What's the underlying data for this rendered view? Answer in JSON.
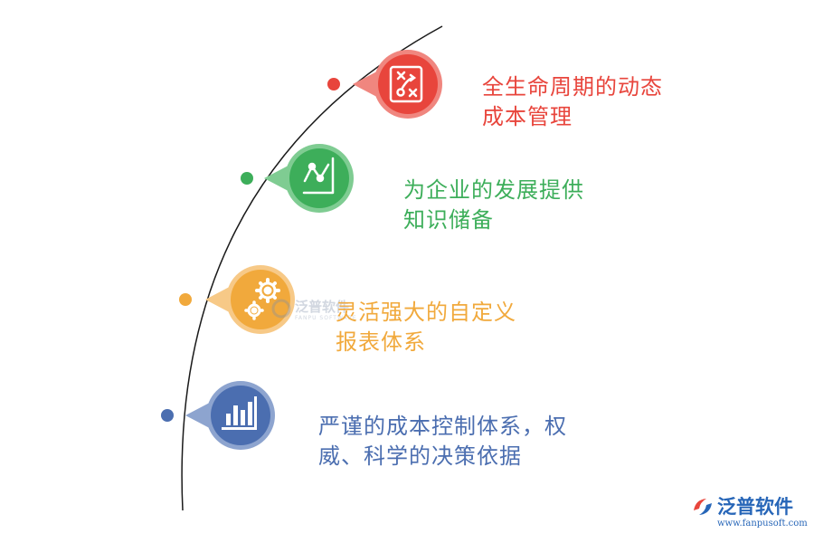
{
  "items": [
    {
      "lines": [
        "全生命周期的动态",
        "成本管理"
      ],
      "color": "#e8453c",
      "icon": "strategy-board-icon"
    },
    {
      "lines": [
        "为企业的发展提供",
        "知识储备"
      ],
      "color": "#3dae5a",
      "icon": "line-chart-icon"
    },
    {
      "lines": [
        "灵活强大的自定义",
        "报表体系"
      ],
      "color": "#f1a93c",
      "icon": "gears-icon"
    },
    {
      "lines": [
        "严谨的成本控制体系，权",
        "威、科学的决策依据"
      ],
      "color": "#4b6eb0",
      "icon": "bar-chart-icon"
    }
  ],
  "watermark": {
    "name": "泛普软件",
    "sub": "FANPU SOFTWARE"
  },
  "logo": {
    "name": "泛普软件",
    "url": "www.fanpusoft.com",
    "color": "#2766b8"
  }
}
